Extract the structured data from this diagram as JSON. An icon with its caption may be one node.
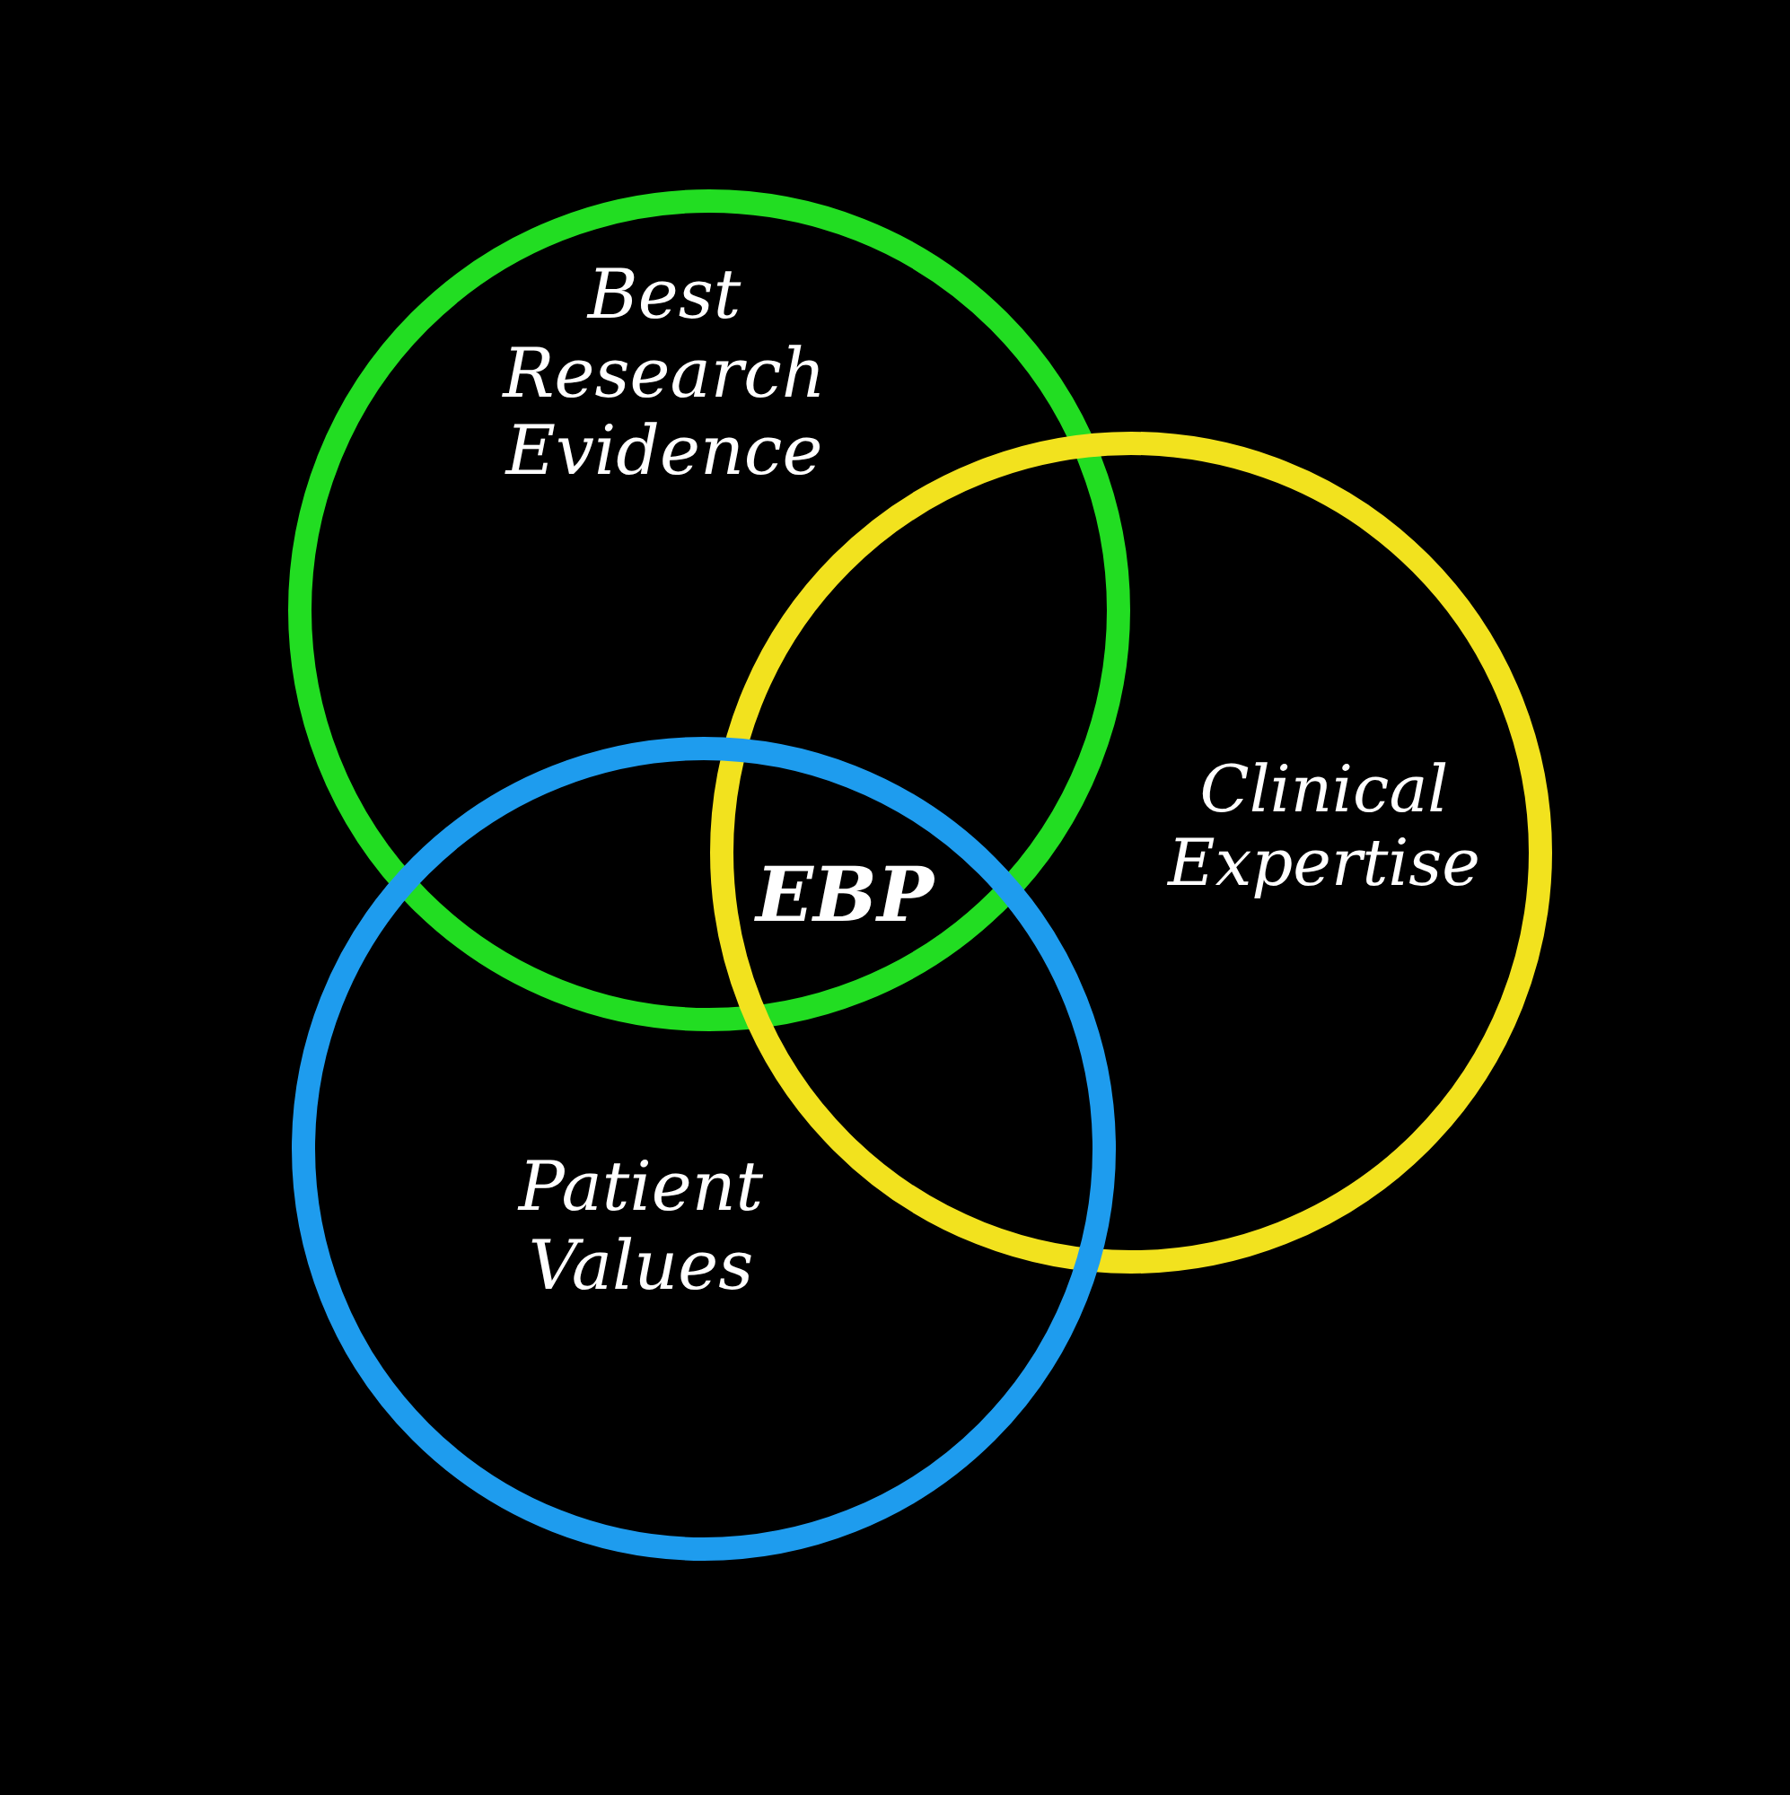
{
  "diagram": {
    "nodes": [
      {
        "text": [
          "Best Research Evidence"
        ]
      },
      {
        "text": [
          "Clinical Expertise"
        ]
      },
      {
        "text": [
          "Patient Values"
        ]
      }
    ],
    "labels": [
      "EBP"
    ]
  }
}
